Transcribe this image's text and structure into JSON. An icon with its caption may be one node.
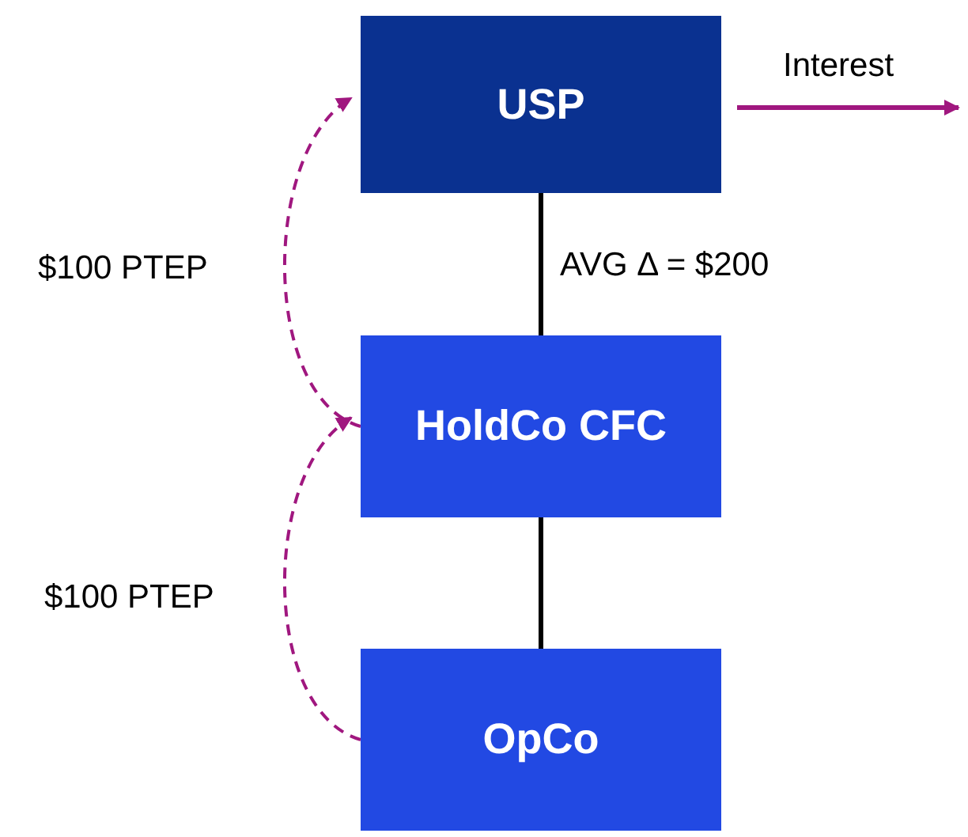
{
  "diagram": {
    "nodes": [
      {
        "text": [
          "USP"
        ]
      },
      {
        "text": [
          "HoldCo CFC"
        ]
      },
      {
        "text": [
          "OpCo"
        ]
      }
    ],
    "edges": [
      {
        "from": 0,
        "to": 1,
        "arrow": "none",
        "label": "AVG Δ = $200",
        "color": "#000000"
      },
      {
        "from": 1,
        "to": 2,
        "arrow": "none",
        "color": "#000000"
      },
      {
        "from": 1,
        "to": 0,
        "arrow": "to",
        "label": "$100 PTEP",
        "style": "dashed",
        "color": "#a0177f"
      },
      {
        "from": 2,
        "to": 1,
        "arrow": "to",
        "label": "$100 PTEP",
        "style": "dashed",
        "color": "#a0177f"
      },
      {
        "from": 0,
        "to": null,
        "arrow": "to",
        "label": "Interest",
        "color": "#a0177f"
      }
    ]
  }
}
